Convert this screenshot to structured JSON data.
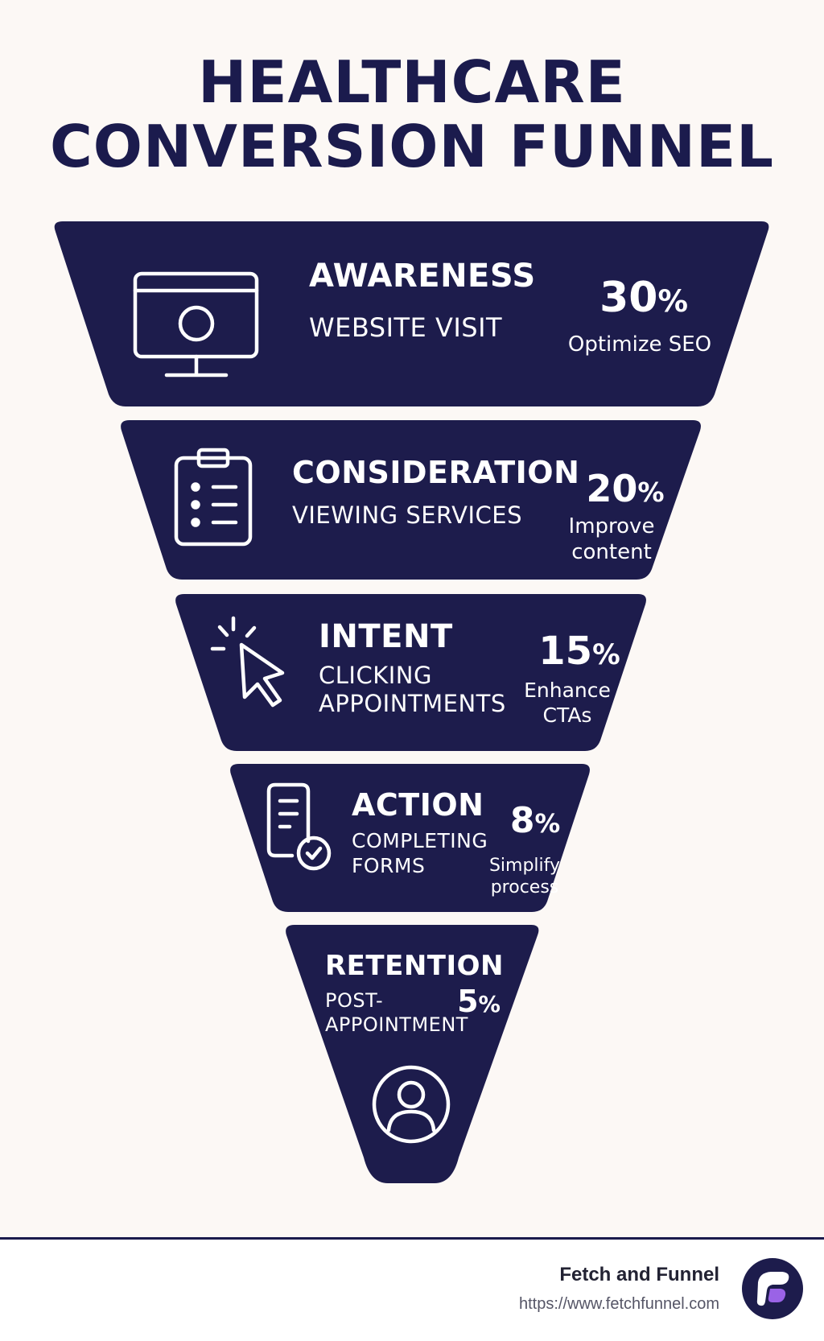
{
  "title": {
    "line1": "HEALTHCARE",
    "line2": "CONVERSION FUNNEL"
  },
  "stages": [
    {
      "name": "AWARENESS",
      "description": "WEBSITE VISIT",
      "percent": "30",
      "percent_symbol": "%",
      "value": 30,
      "tip": "Optimize SEO",
      "icon": "monitor-icon"
    },
    {
      "name": "CONSIDERATION",
      "description": "VIEWING SERVICES",
      "percent": "20",
      "percent_symbol": "%",
      "value": 20,
      "tip": "Improve\ncontent",
      "icon": "clipboard-list-icon"
    },
    {
      "name": "INTENT",
      "description": "CLICKING\nAPPOINTMENTS",
      "percent": "15",
      "percent_symbol": "%",
      "value": 15,
      "tip": "Enhance\nCTAs",
      "icon": "cursor-click-icon"
    },
    {
      "name": "ACTION",
      "description": "COMPLETING\nFORMS",
      "percent": "8",
      "percent_symbol": "%",
      "value": 8,
      "tip": "Simplify\nprocess",
      "icon": "form-check-icon"
    },
    {
      "name": "RETENTION",
      "description": "POST-\nAPPOINTMENT",
      "percent": "5",
      "percent_symbol": "%",
      "value": 5,
      "tip": "",
      "icon": "user-circle-icon"
    }
  ],
  "footer": {
    "brand": "Fetch and Funnel",
    "url": "https://www.fetchfunnel.com",
    "logo": "fetch-funnel-logo-icon"
  },
  "colors": {
    "background": "#fcf8f5",
    "funnel": "#1d1c4c",
    "title": "#1b1b4d",
    "logo_accent": "#9a63e6"
  }
}
